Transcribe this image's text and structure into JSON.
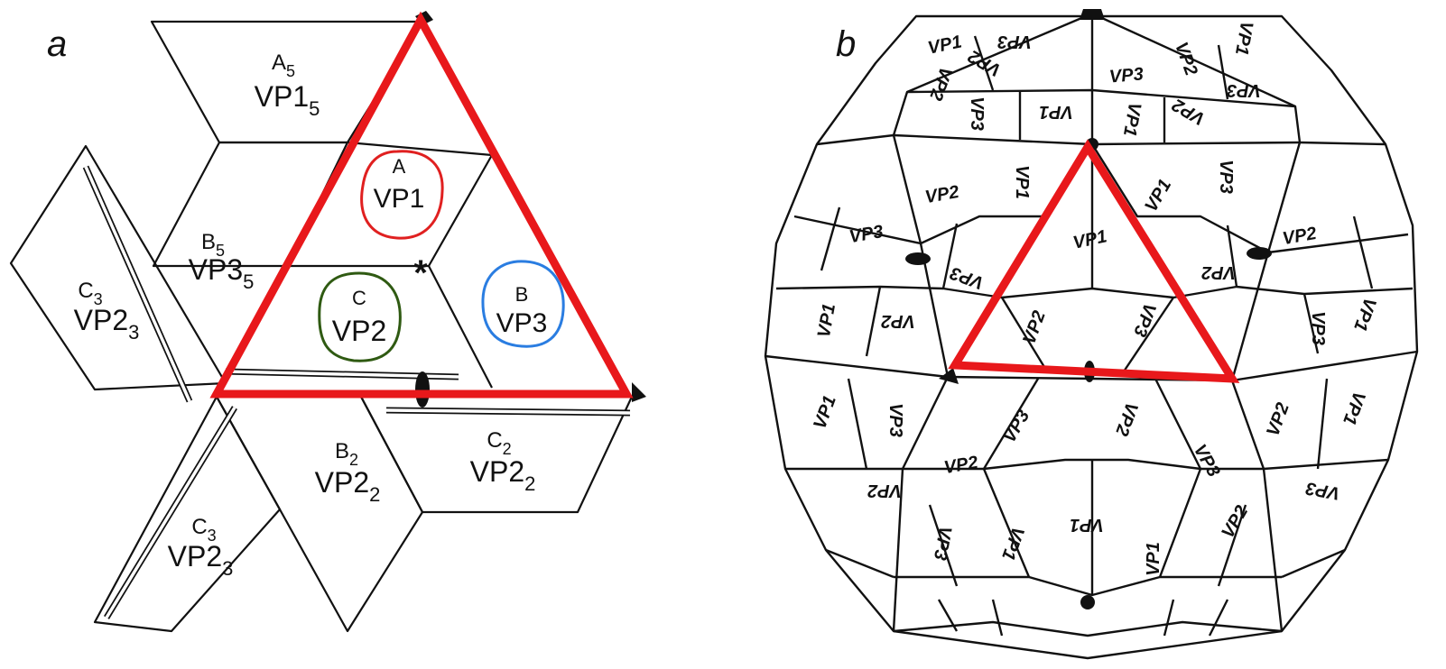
{
  "panel_a": {
    "letter": "a",
    "pieces": {
      "a5_top": "A",
      "a5_sub": "5",
      "a5_main": "VP1",
      "a5_msub": "5",
      "b5_top": "B",
      "b5_sub": "5",
      "b5_main": "VP3",
      "b5_msub": "5",
      "c3_left_top": "C",
      "c3_left_sub": "3",
      "c3_left_main": "VP2",
      "c3_left_msub": "3",
      "c3_bottom_top": "C",
      "c3_bottom_sub": "3",
      "c3_bottom_main": "VP2",
      "c3_bottom_msub": "3",
      "b2_top": "B",
      "b2_sub": "2",
      "b2_main": "VP2",
      "b2_msub": "2",
      "c2_top": "C",
      "c2_sub": "2",
      "c2_main": "VP2",
      "c2_msub": "2"
    },
    "circled": {
      "a_letter": "A",
      "a_name": "VP1",
      "c_letter": "C",
      "c_name": "VP2",
      "b_letter": "B",
      "b_name": "VP3"
    },
    "star": "*"
  },
  "panel_b": {
    "letter": "b",
    "labels": {
      "l1": "VP1",
      "l2": "VP3",
      "l3": "VP2",
      "l4": "VP2",
      "l5": "VP1",
      "l6": "VP3",
      "l7": "VP3",
      "l8": "VP1",
      "l9": "VP1",
      "l10": "VP2",
      "l11": "VP3",
      "l12": "VP2",
      "l13": "VP1",
      "l14": "VP1",
      "l15": "VP3",
      "l16": "VP2",
      "l17": "VP3",
      "l18": "VP2",
      "l19": "VP1",
      "l20": "VP3",
      "l21": "VP2",
      "l22": "VP1",
      "l23": "VP2",
      "l24": "VP3",
      "l25": "VP1",
      "l26": "VP3",
      "l27": "VP2",
      "l28": "VP3",
      "l29": "VP2",
      "l30": "VP1",
      "l31": "VP2",
      "l32": "VP3",
      "l33": "VP2",
      "l34": "VP1",
      "l35": "VP3",
      "l36": "VP1",
      "l37": "VP1",
      "l38": "VP3",
      "l39": "VP1",
      "l40": "VP2",
      "l41": "VP3",
      "l42": "VP2"
    }
  },
  "colors": {
    "triangle": "#e8181b",
    "circle_a": "#e02020",
    "circle_c": "#2f5a12",
    "circle_b": "#2a7de1",
    "ink": "#111111"
  }
}
